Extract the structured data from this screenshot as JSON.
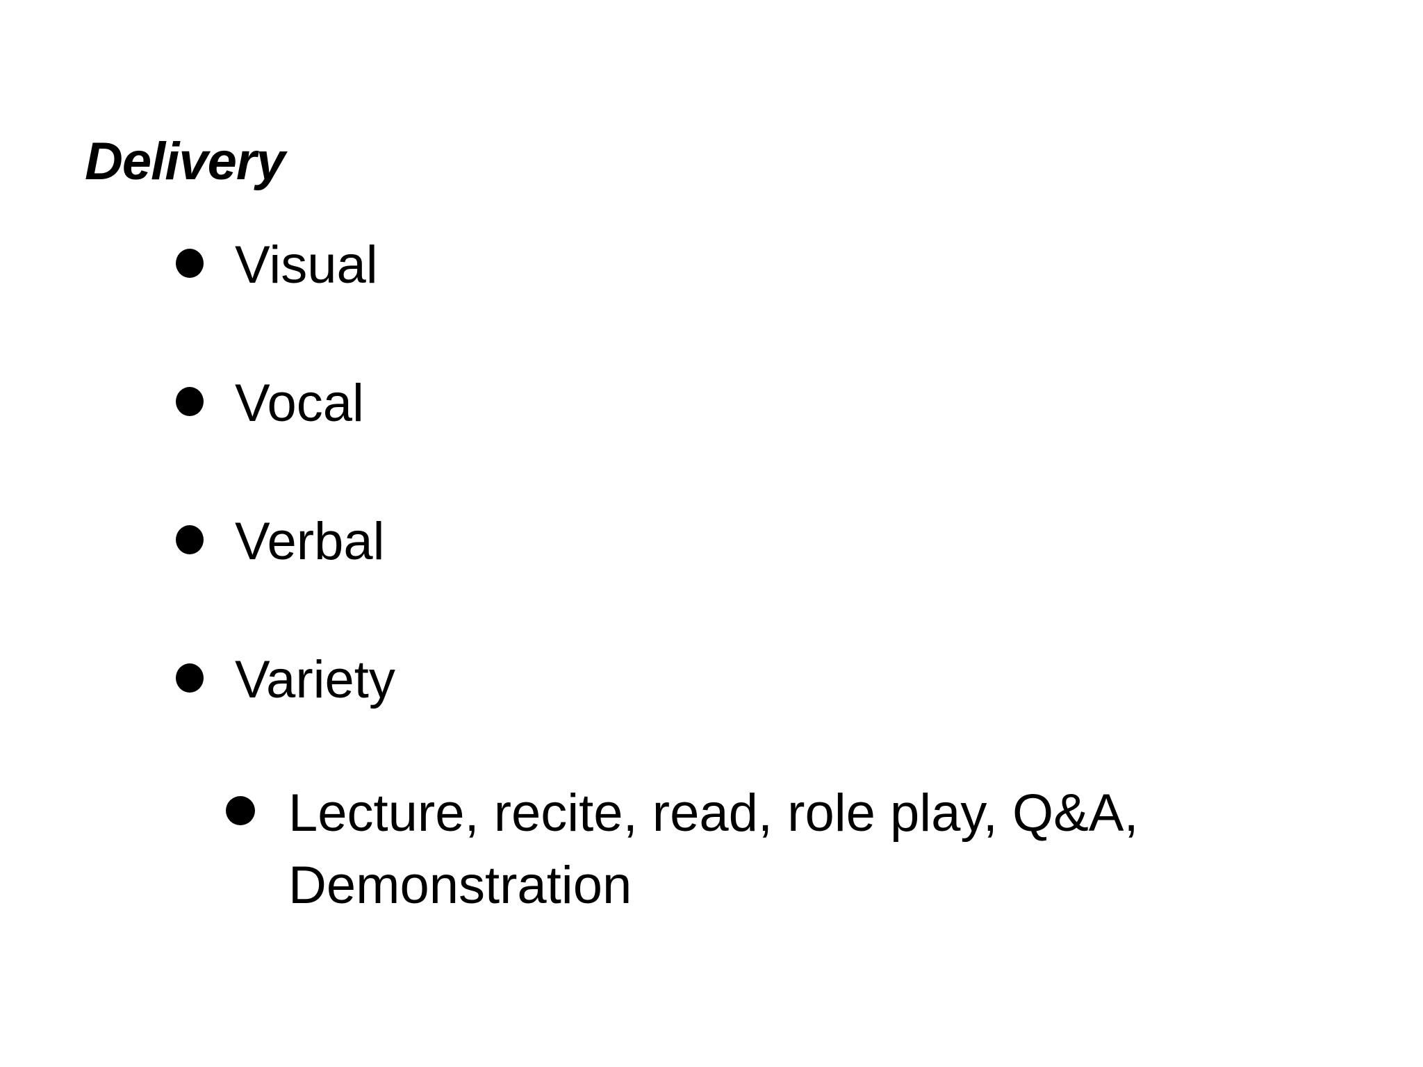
{
  "slide": {
    "title": "Delivery",
    "bullets": [
      {
        "level": 1,
        "text": "Visual"
      },
      {
        "level": 1,
        "text": "Vocal"
      },
      {
        "level": 1,
        "text": "Verbal"
      },
      {
        "level": 1,
        "text": "Variety"
      },
      {
        "level": 2,
        "text": "Lecture, recite, read, role play, Q&A, Demonstration"
      }
    ],
    "colors": {
      "background": "#ffffff",
      "text": "#000000"
    }
  }
}
